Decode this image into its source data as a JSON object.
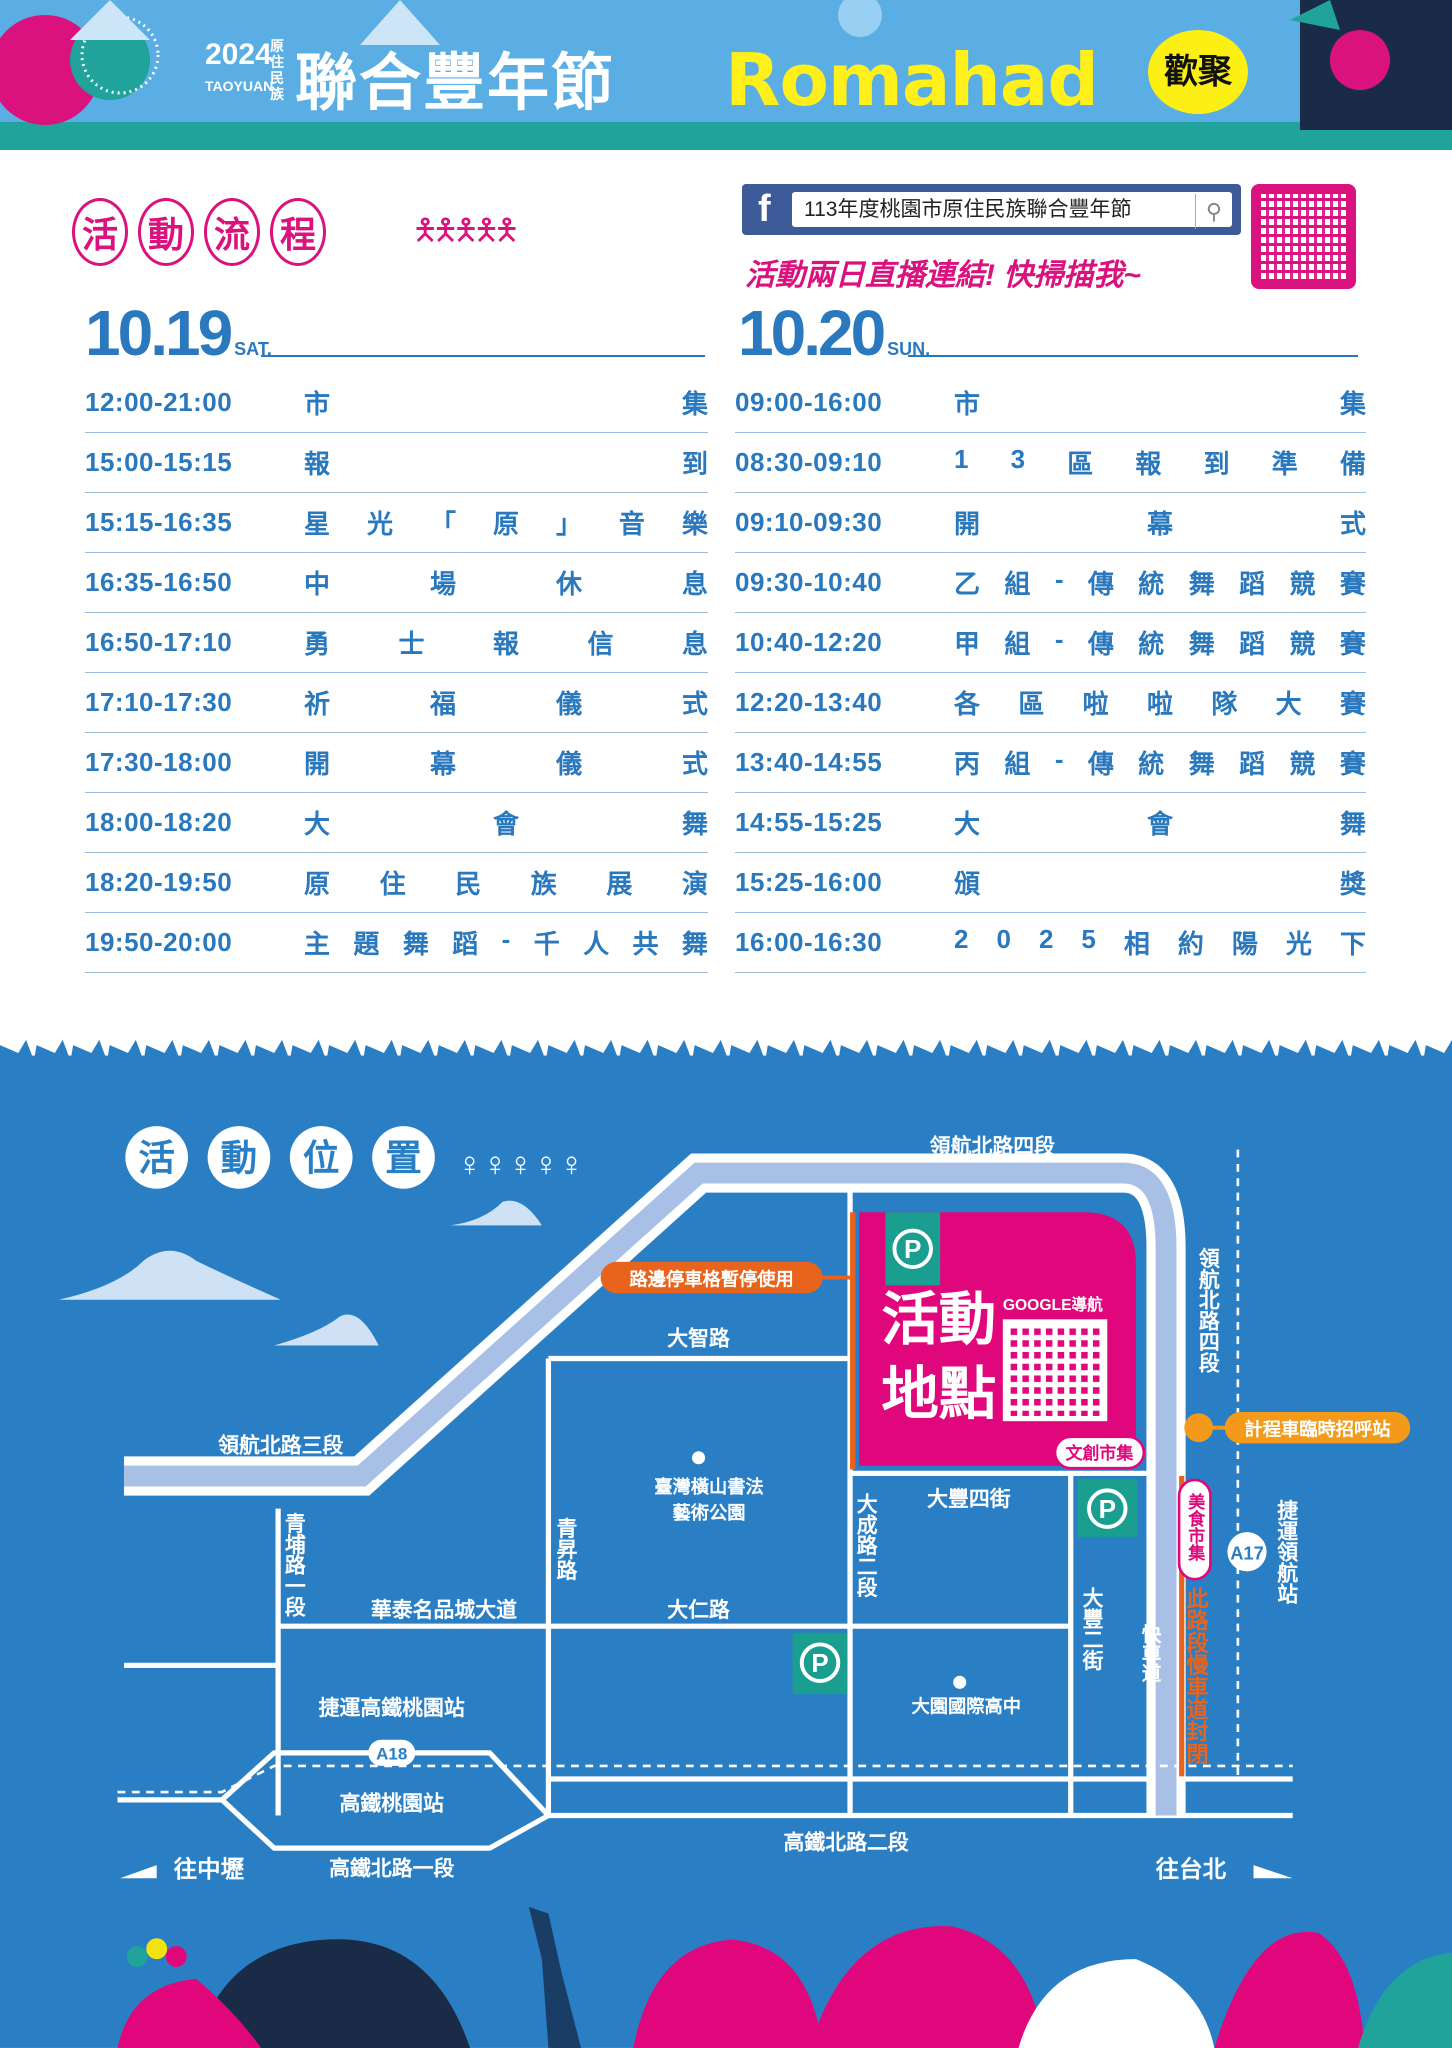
{
  "banner": {
    "year": "2024",
    "year_sub": "TAOYUAN",
    "sub": "原住民族",
    "title": "聯合豐年節",
    "romahad": "Romahad",
    "moon": "歡聚"
  },
  "schedule_heading": [
    "活",
    "動",
    "流",
    "程"
  ],
  "facebook": {
    "icon": "facebook-icon",
    "search_text": "113年度桃園市原住民族聯合豐年節",
    "search_icon": "search-icon"
  },
  "live_text": "活動兩日直播連結! 快掃描我~",
  "day1": {
    "date": "10.19",
    "weekday": "SAT.",
    "rows": [
      {
        "time": "12:00-21:00",
        "chars": [
          "市",
          "集"
        ]
      },
      {
        "time": "15:00-15:15",
        "chars": [
          "報",
          "到"
        ]
      },
      {
        "time": "15:15-16:35",
        "chars": [
          "星",
          "光",
          "「",
          "原",
          "」",
          "音",
          "樂"
        ]
      },
      {
        "time": "16:35-16:50",
        "chars": [
          "中",
          "場",
          "休",
          "息"
        ]
      },
      {
        "time": "16:50-17:10",
        "chars": [
          "勇",
          "士",
          "報",
          "信",
          "息"
        ]
      },
      {
        "time": "17:10-17:30",
        "chars": [
          "祈",
          "福",
          "儀",
          "式"
        ]
      },
      {
        "time": "17:30-18:00",
        "chars": [
          "開",
          "幕",
          "儀",
          "式"
        ]
      },
      {
        "time": "18:00-18:20",
        "chars": [
          "大",
          "會",
          "舞"
        ]
      },
      {
        "time": "18:20-19:50",
        "chars": [
          "原",
          "住",
          "民",
          "族",
          "展",
          "演"
        ]
      },
      {
        "time": "19:50-20:00",
        "chars": [
          "主",
          "題",
          "舞",
          "蹈",
          "-",
          "千",
          "人",
          "共",
          "舞"
        ]
      }
    ]
  },
  "day2": {
    "date": "10.20",
    "weekday": "SUN.",
    "rows": [
      {
        "time": "09:00-16:00",
        "chars": [
          "市",
          "集"
        ]
      },
      {
        "time": "08:30-09:10",
        "chars": [
          "1",
          "3",
          "區",
          "報",
          "到",
          "準",
          "備"
        ]
      },
      {
        "time": "09:10-09:30",
        "chars": [
          "開",
          "幕",
          "式"
        ]
      },
      {
        "time": "09:30-10:40",
        "chars": [
          "乙",
          "組",
          "-",
          "傳",
          "統",
          "舞",
          "蹈",
          "競",
          "賽"
        ]
      },
      {
        "time": "10:40-12:20",
        "chars": [
          "甲",
          "組",
          "-",
          "傳",
          "統",
          "舞",
          "蹈",
          "競",
          "賽"
        ]
      },
      {
        "time": "12:20-13:40",
        "chars": [
          "各",
          "區",
          "啦",
          "啦",
          "隊",
          "大",
          "賽"
        ]
      },
      {
        "time": "13:40-14:55",
        "chars": [
          "丙",
          "組",
          "-",
          "傳",
          "統",
          "舞",
          "蹈",
          "競",
          "賽"
        ]
      },
      {
        "time": "14:55-15:25",
        "chars": [
          "大",
          "會",
          "舞"
        ]
      },
      {
        "time": "15:25-16:00",
        "chars": [
          "頒",
          "獎"
        ]
      },
      {
        "time": "16:00-16:30",
        "chars": [
          "2",
          "0",
          "2",
          "5",
          "相",
          "約",
          "陽",
          "光",
          "下"
        ]
      }
    ]
  },
  "location_heading": [
    "活",
    "動",
    "位",
    "置"
  ],
  "map": {
    "venue": [
      "活動",
      "地點"
    ],
    "google_nav": "GOOGLE導航",
    "craft_market": "文創市集",
    "food_market": "美食市集",
    "parking_notice": "路邊停車格暫停使用",
    "taxi": "計程車臨時招呼站",
    "closure": "此路段慢車道封閉",
    "fast_lane": "快車道",
    "parking_symbol": "P",
    "roads": {
      "lh4_top": "領航北路四段",
      "lh4_side": "領航北路四段",
      "lh3": "領航北路三段",
      "dazhi": "大智路",
      "dafeng4": "大豐四街",
      "dacheng2": "大成路二段",
      "qingsheng": "青昇路",
      "qingpu1": "青埔路一段",
      "huatai": "華泰名品城大道",
      "daren": "大仁路",
      "dafeng2": "大豐二街",
      "hsr2": "高鐵北路二段",
      "hsr1": "高鐵北路一段"
    },
    "places": {
      "calligraphy1": "臺灣橫山書法",
      "calligraphy2": "藝術公園",
      "school": "大園國際高中",
      "mrt_hsr": "捷運高鐵桃園站",
      "a18": "A18",
      "hsr": "高鐵桃園站",
      "a17": "A17",
      "mrt_lh": "捷運領航站"
    },
    "to_zhongli": "往中壢",
    "to_taipei": "往台北"
  },
  "colors": {
    "brand_blue": "#2a78bd",
    "magenta": "#d9127d",
    "map_bg": "#2a7fc4",
    "orange": "#e8641c"
  }
}
